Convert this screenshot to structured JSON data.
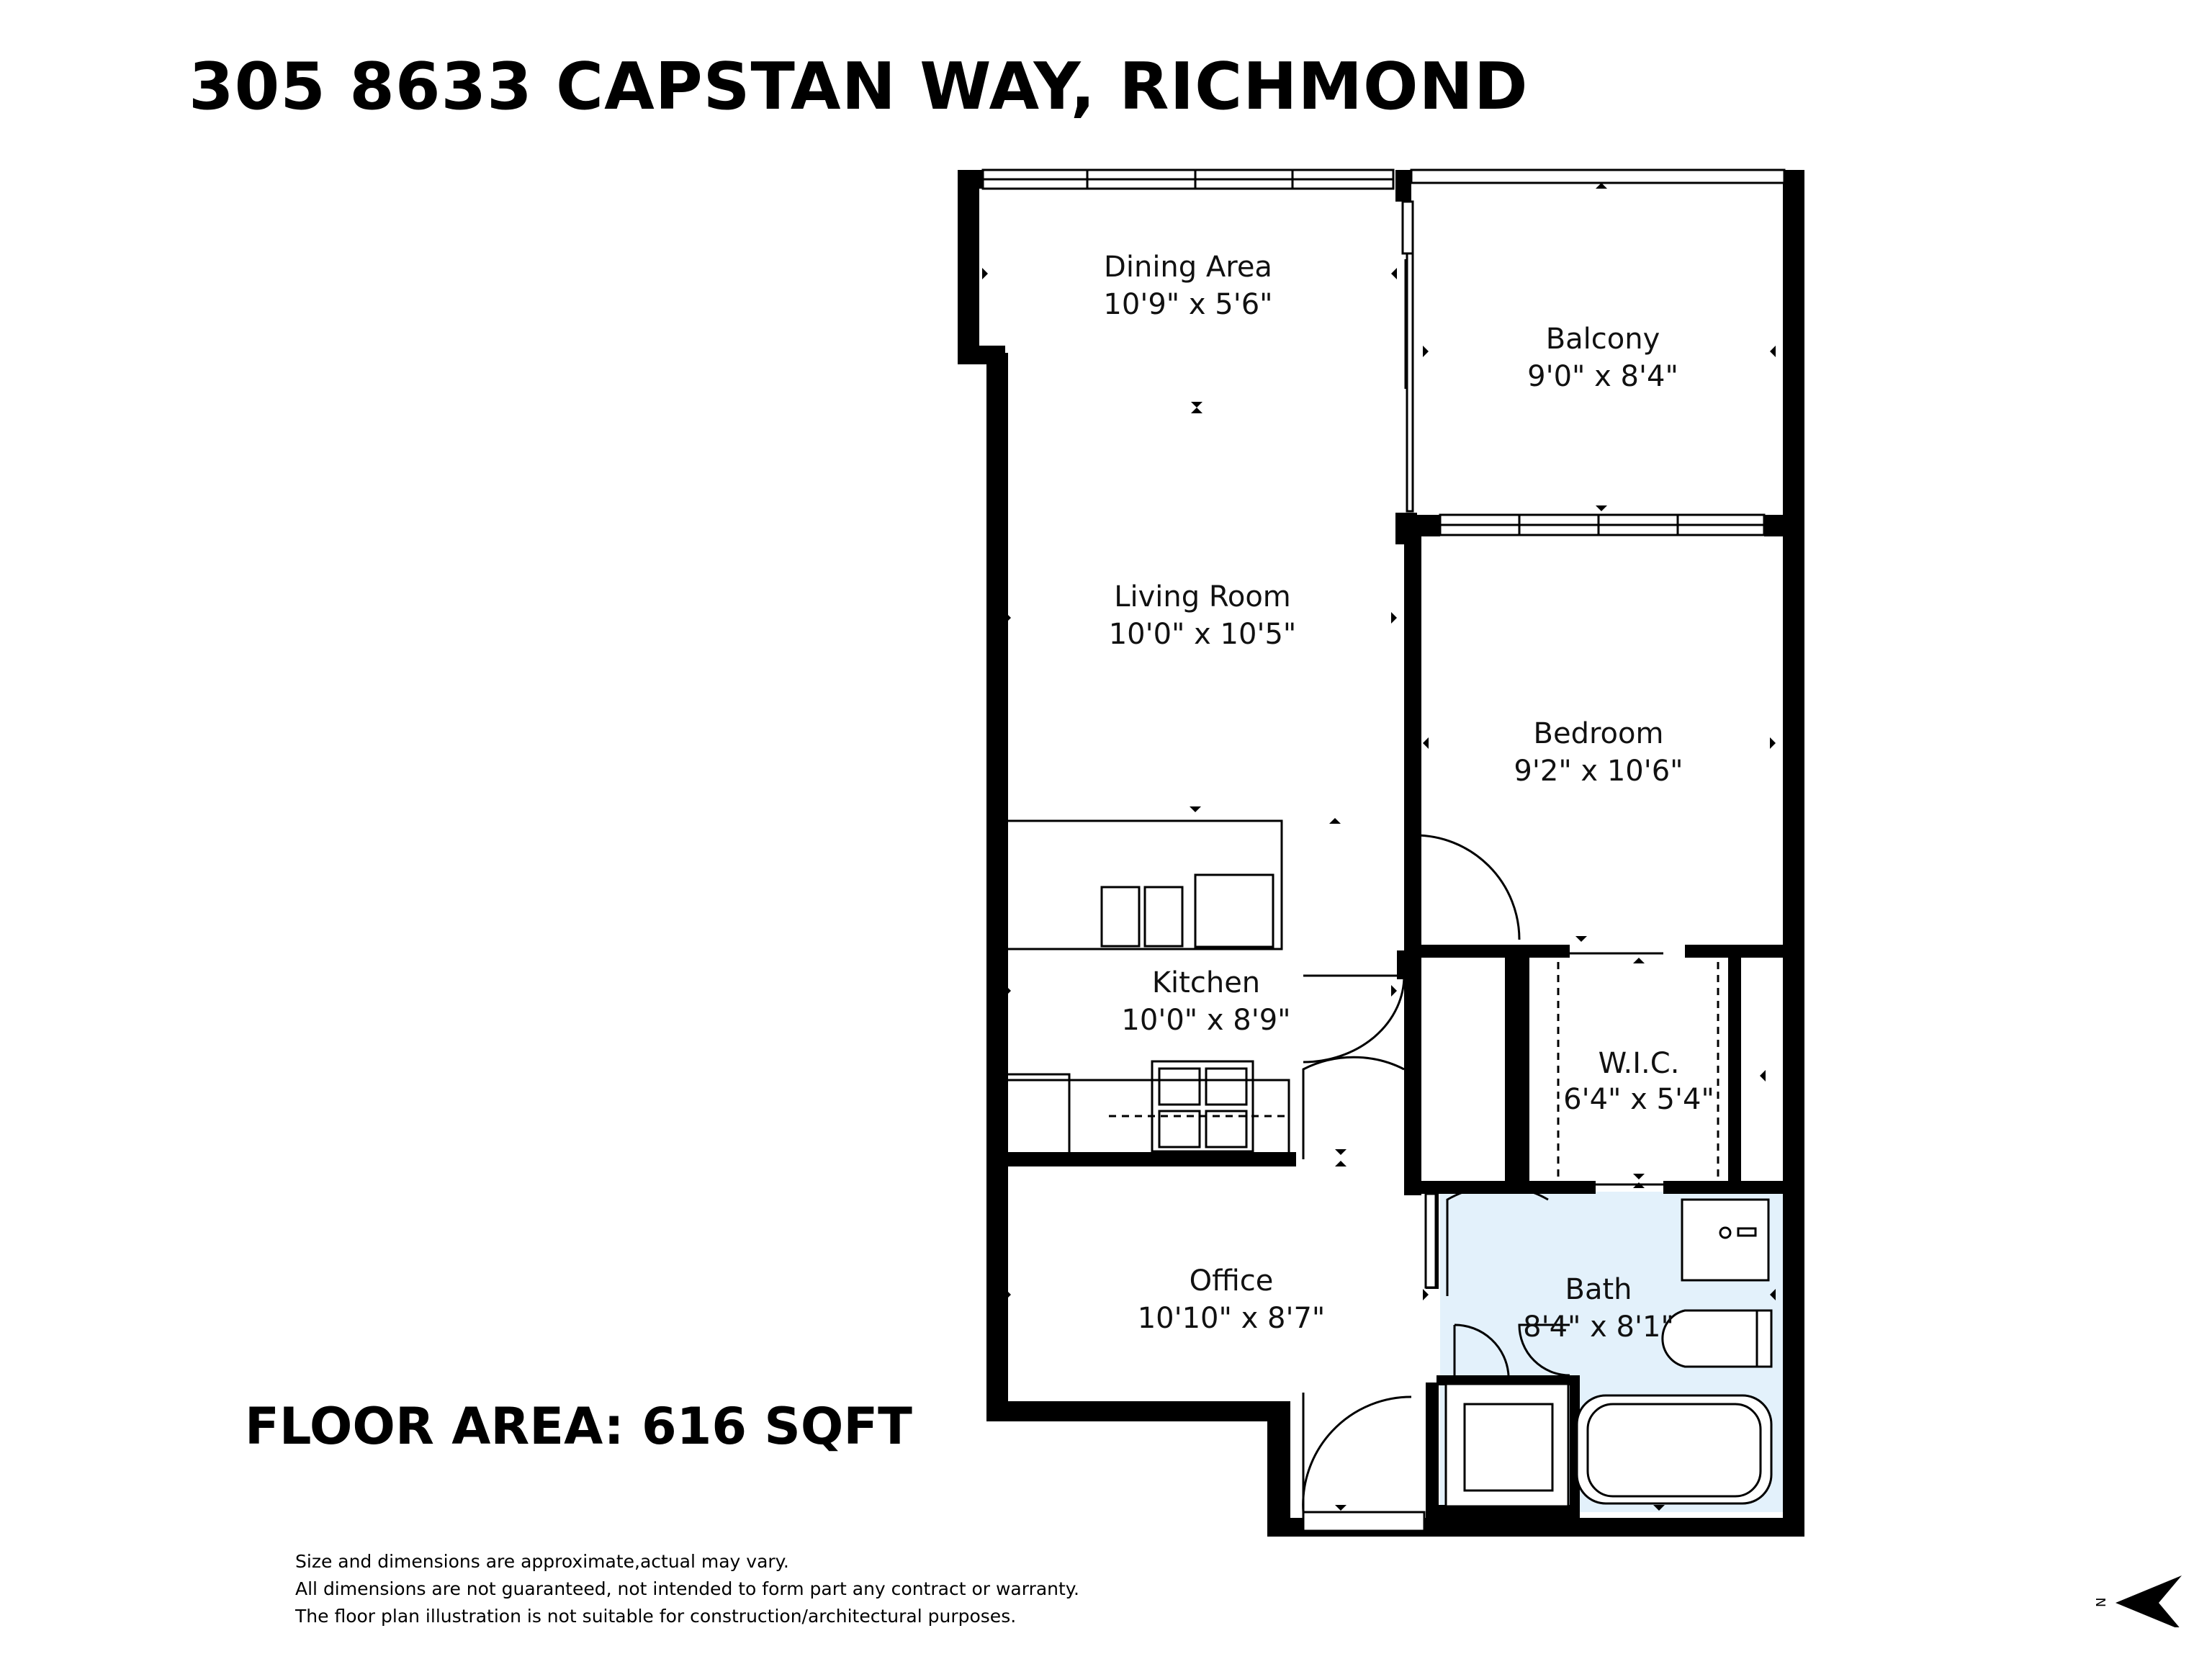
{
  "title": "305 8633 CAPSTAN WAY, RICHMOND",
  "floor_area": "FLOOR AREA: 616 SQFT",
  "disclaimer": [
    "Size and dimensions are approximate,actual may vary.",
    "All dimensions are not guaranteed, not intended to form part any contract or warranty.",
    "The floor plan illustration is not suitable for construction/architectural purposes."
  ],
  "rooms": {
    "dining": {
      "name": "Dining Area",
      "dims": "10'9\" x 5'6\""
    },
    "balcony": {
      "name": "Balcony",
      "dims": "9'0\" x 8'4\""
    },
    "living": {
      "name": "Living Room",
      "dims": "10'0\" x 10'5\""
    },
    "bedroom": {
      "name": "Bedroom",
      "dims": "9'2\" x 10'6\""
    },
    "kitchen": {
      "name": "Kitchen",
      "dims": "10'0\" x 8'9\""
    },
    "wic": {
      "name": "W.I.C.",
      "dims": "6'4\" x 5'4\""
    },
    "office": {
      "name": "Office",
      "dims": "10'10\" x 8'7\""
    },
    "bath": {
      "name": "Bath",
      "dims": "8'4\" x 8'1\""
    }
  },
  "compass": {
    "label": "N",
    "icon": "north-arrow-icon"
  },
  "colors": {
    "wall": "#000000",
    "bath_fill": "#e3f1fb",
    "text": "#111111"
  }
}
